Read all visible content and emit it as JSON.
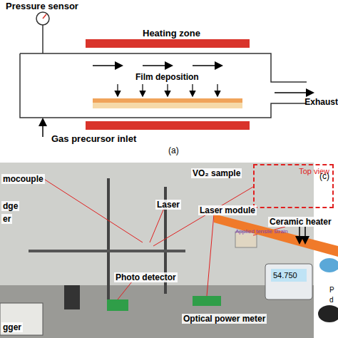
{
  "diagram": {
    "nodes": [
      {
        "text": [
          "Top view"
        ]
      }
    ],
    "labels": [
      "Pressure sensor",
      "Heating zone",
      "Film deposition",
      "Exhaust",
      "Gas precursor inlet",
      "(a)",
      "mocouple",
      "VO₂ sample",
      "dge",
      "er",
      "Laser",
      "Laser module",
      "Ceramic heater",
      "Photo detector",
      "Optical power meter",
      "gger",
      "54.750",
      "(c)",
      "Applied tensile strain",
      "P",
      "d"
    ]
  }
}
